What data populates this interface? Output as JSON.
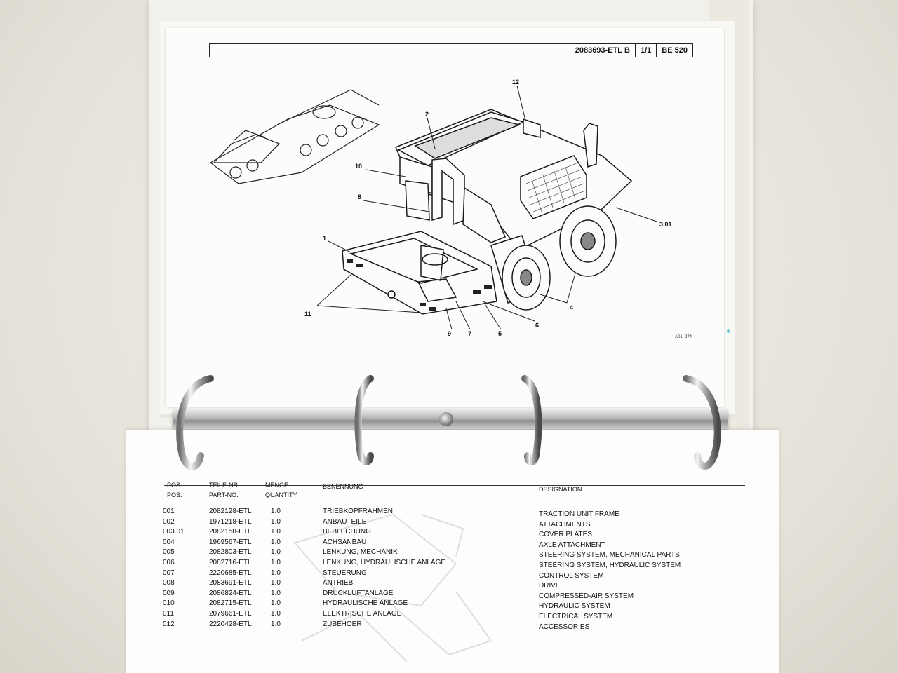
{
  "drawing_page": {
    "header": {
      "doc_no": "2083693-ETL",
      "rev": "B",
      "sheet": "1/1",
      "model": "BE 520"
    },
    "drawing_code": "A01_274",
    "callouts": [
      "1",
      "2",
      "3.01",
      "4",
      "5",
      "6",
      "7",
      "8",
      "9",
      "10",
      "11",
      "12"
    ]
  },
  "parts_list": {
    "headers": {
      "pos_de": "POS.",
      "pos_en": "POS.",
      "part_de": "TEILE-NR.",
      "part_en": "PART-NO.",
      "qty_de": "MENGE",
      "qty_en": "QUANTITY",
      "name_de": "BENENNUNG",
      "name_en": "DESIGNATION"
    },
    "rows": [
      {
        "pos": "001",
        "part": "2082128-ETL",
        "qty": "1.0",
        "de": "TRIEBKOPFRAHMEN",
        "en": "TRACTION UNIT FRAME"
      },
      {
        "pos": "002",
        "part": "1971218-ETL",
        "qty": "1.0",
        "de": "ANBAUTEILE",
        "en": "ATTACHMENTS"
      },
      {
        "pos": "003.01",
        "part": "2082158-ETL",
        "qty": "1.0",
        "de": "BEBLECHUNG",
        "en": "COVER PLATES"
      },
      {
        "pos": "004",
        "part": "1969567-ETL",
        "qty": "1.0",
        "de": "ACHSANBAU",
        "en": "AXLE ATTACHMENT"
      },
      {
        "pos": "005",
        "part": "2082803-ETL",
        "qty": "1.0",
        "de": "LENKUNG, MECHANIK",
        "en": "STEERING SYSTEM, MECHANICAL PARTS"
      },
      {
        "pos": "006",
        "part": "2082716-ETL",
        "qty": "1.0",
        "de": "LENKUNG, HYDRAULISCHE ANLAGE",
        "en": "STEERING SYSTEM, HYDRAULIC SYSTEM"
      },
      {
        "pos": "007",
        "part": "2220685-ETL",
        "qty": "1.0",
        "de": "STEUERUNG",
        "en": "CONTROL SYSTEM"
      },
      {
        "pos": "008",
        "part": "2083691-ETL",
        "qty": "1.0",
        "de": "ANTRIEB",
        "en": "DRIVE"
      },
      {
        "pos": "009",
        "part": "2086824-ETL",
        "qty": "1.0",
        "de": "DRUCKLUFTANLAGE",
        "en": "COMPRESSED-AIR SYSTEM"
      },
      {
        "pos": "010",
        "part": "2082715-ETL",
        "qty": "1.0",
        "de": "HYDRAULISCHE ANLAGE",
        "en": "HYDRAULIC SYSTEM"
      },
      {
        "pos": "011",
        "part": "2079661-ETL",
        "qty": "1.0",
        "de": "ELEKTRISCHE ANLAGE",
        "en": "ELECTRICAL SYSTEM"
      },
      {
        "pos": "012",
        "part": "2220428-ETL",
        "qty": "1.0",
        "de": "ZUBEHOER",
        "en": "ACCESSORIES"
      }
    ]
  },
  "colors": {
    "accent_cyan": "#3fc7d3",
    "ink": "#111111"
  }
}
